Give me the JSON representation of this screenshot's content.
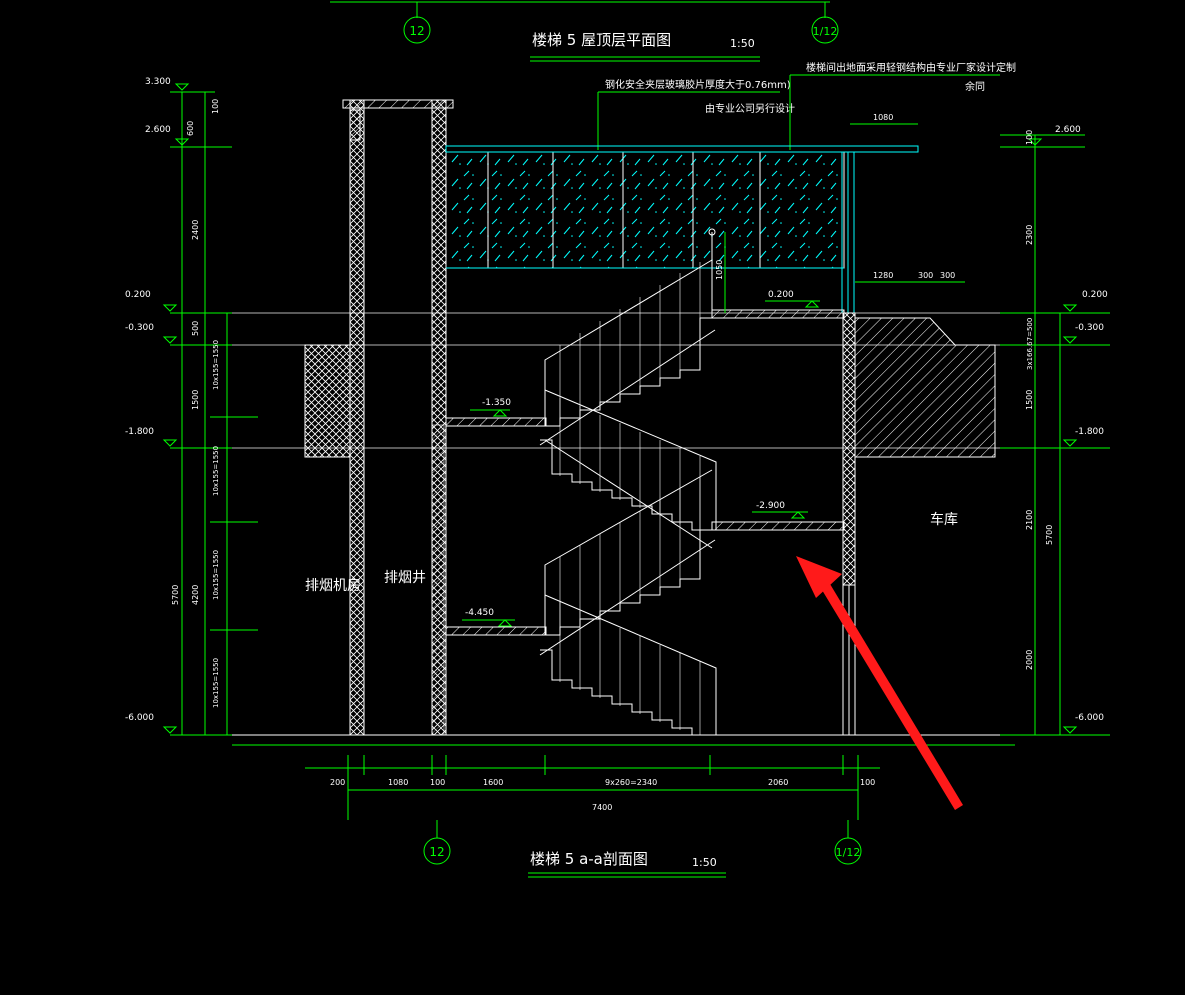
{
  "top_title": {
    "text": "楼梯  5  屋顶层平面图",
    "scale": "1:50"
  },
  "bottom_title": {
    "text": "楼梯  5  a-a剖面图",
    "scale": "1:50"
  },
  "grid_labels": {
    "left": "12",
    "right": "1/12"
  },
  "notes": {
    "glass": "钢化安全夹层玻璃胶片厚度大于0.76mm)",
    "glass_design": "由专业公司另行设计",
    "steel": "楼梯间出地面采用轻钢结构由专业厂家设计定制",
    "steel_2": "余同"
  },
  "rooms": {
    "fan_room": "排烟机房",
    "shaft": "排烟井",
    "garage": "车库"
  },
  "elevations": {
    "e_3300": "3.300",
    "e_2600_left": "2.600",
    "e_2600_right": "2.600",
    "e_0200_left": "0.200",
    "e_0200_mid": "0.200",
    "e_0200_right": "0.200",
    "e_m0300_left": "-0.300",
    "e_m0300_right": "-0.300",
    "e_m1800_left": "-1.800",
    "e_m1800_right": "-1.800",
    "e_m1350": "-1.350",
    "e_m2900": "-2.900",
    "e_m4450": "-4.450",
    "e_m6000_left": "-6.000",
    "e_m6000_right": "-6.000"
  },
  "dims": {
    "d_600": "600",
    "d_100a": "100",
    "d_2400": "2400",
    "d_500_left": "500",
    "d_1500_left": "1500",
    "d_5700_left": "5700",
    "d_4200": "4200",
    "s1": "10x155=1550",
    "s2": "10x155=1550",
    "s3": "10x155=1550",
    "s4": "10x155=1550",
    "d_1080_top": "1080",
    "d_1050": "1050",
    "d_1280": "1280",
    "d_300a": "300",
    "d_300b": "300",
    "d_100b": "100",
    "d_2300": "2300",
    "d_3x166": "3x166.67=500",
    "d_1500_right": "1500",
    "d_2100": "2100",
    "d_5700_right": "5700",
    "d_2000": "2000",
    "b_200": "200",
    "b_1080": "1080",
    "b_100": "100",
    "b_1600": "1600",
    "b_treads": "9x260=2340",
    "b_2060": "2060",
    "b_100r": "100",
    "b_total": "7400"
  },
  "colors": {
    "lines": "#00ff00",
    "section": "#ffffff",
    "glass": "#00ffff",
    "arrow": "#ff1a1a",
    "background": "#000000"
  }
}
